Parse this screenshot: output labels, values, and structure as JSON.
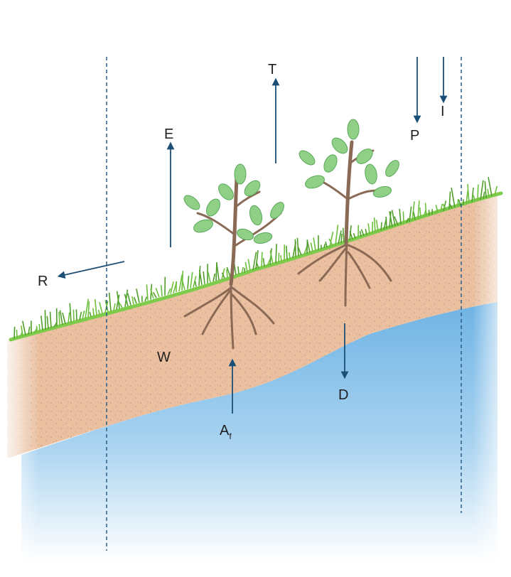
{
  "labels": {
    "T": "T",
    "E": "E",
    "P": "P",
    "I": "I",
    "R": "R",
    "W": "W",
    "D": "D",
    "A": "A",
    "A_sub": "f"
  },
  "colors": {
    "arrow": "#1c4f76",
    "dash": "#2b5d86",
    "soil": "#e9bd98",
    "soil_speck": "#9a7256",
    "grass": "#6cbf3c",
    "grass_dark": "#4f9e2a",
    "water": "#7dbde8",
    "stem": "#8a6a55",
    "leaf": "#8fcf86",
    "leaf_dark": "#5aa95a"
  },
  "icons": {
    "arrow": "arrow-icon",
    "plant": "plant-icon"
  }
}
